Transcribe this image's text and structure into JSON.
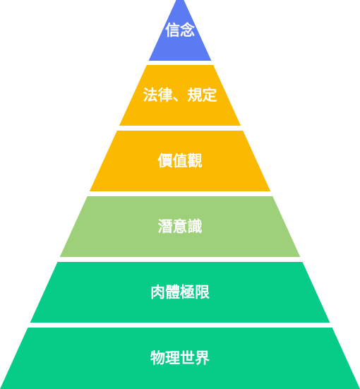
{
  "pyramid": {
    "layers": [
      {
        "label": "信念",
        "color": "#5b7bf2"
      },
      {
        "label": "法律、規定",
        "color": "#fbb900"
      },
      {
        "label": "價值觀",
        "color": "#fbb900"
      },
      {
        "label": "潛意識",
        "color": "#9dd079"
      },
      {
        "label": "肉體極限",
        "color": "#06cc88"
      },
      {
        "label": "物理世界",
        "color": "#06cc88"
      }
    ]
  }
}
